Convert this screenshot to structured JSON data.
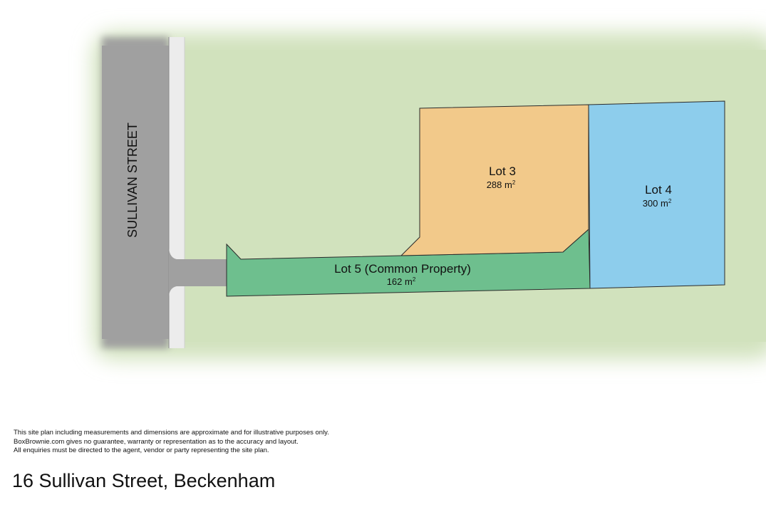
{
  "street": {
    "name": "SULLIVAN STREET"
  },
  "lots": [
    {
      "name": "Lot 3",
      "area_value": "288 m",
      "area_unit_sup": "2",
      "fill": "#f2c98a"
    },
    {
      "name": "Lot 4",
      "area_value": "300 m",
      "area_unit_sup": "2",
      "fill": "#8dcdec"
    },
    {
      "name": "Lot 5 (Common Property)",
      "area_value": "162 m",
      "area_unit_sup": "2",
      "fill": "#6ebf8e"
    }
  ],
  "colors": {
    "grass": "#d1e2bd",
    "road": "#a0a0a0",
    "footpath": "#ececec",
    "driveway": "#a0a0a0",
    "outline": "#2a2a2a"
  },
  "disclaimer": {
    "line1": "This site plan including measurements and dimensions are approximate and for illustrative purposes only.",
    "line2": "BoxBrownie.com gives no guarantee, warranty or representation as to the accuracy and layout.",
    "line3": "All enquiries must be directed to the agent, vendor or party representing the site plan."
  },
  "address": "16 Sullivan Street, Beckenham"
}
